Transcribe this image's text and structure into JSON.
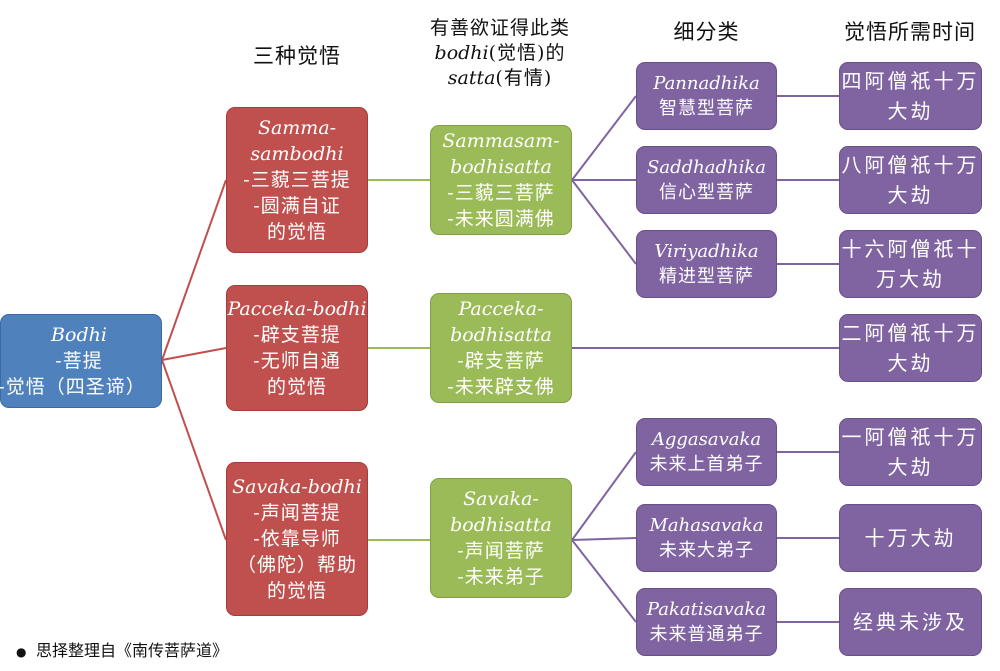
{
  "headers": {
    "col1": "三种觉悟",
    "col2_line1": "有善欲证得此类",
    "col2_line2_italic": "bodhi",
    "col2_line2_rest": "(觉悟)的",
    "col2_line3_italic": "satta",
    "col2_line3_rest": "(有情)",
    "col3": "细分类",
    "col4": "觉悟所需时间"
  },
  "root": {
    "title": "Bodhi",
    "line2": "-菩提",
    "line3": "-觉悟（四圣谛）"
  },
  "bodhi_types": [
    {
      "name_a": "Samma-",
      "name_b": "sambodhi",
      "line1": "-三藐三菩提",
      "line2": "-圆满自证",
      "line3": "的觉悟"
    },
    {
      "name_a": "Pacceka-bodhi",
      "line1": "-辟支菩提",
      "line2": "-无师自通",
      "line3": "的觉悟"
    },
    {
      "name_a": "Savaka-bodhi",
      "line1": "-声闻菩提",
      "line2": "-依靠导师",
      "line3": "（佛陀）帮助",
      "line4": "的觉悟"
    }
  ],
  "beings": [
    {
      "name_a": "Sammasam-",
      "name_b": "bodhisatta",
      "line1": "-三藐三菩萨",
      "line2": "-未来圆满佛"
    },
    {
      "name_a": "Pacceka-",
      "name_b": "bodhisatta",
      "line1": "-辟支菩萨",
      "line2": "-未来辟支佛"
    },
    {
      "name_a": "Savaka-",
      "name_b": "bodhisatta",
      "line1": "-声闻菩萨",
      "line2": "-未来弟子"
    }
  ],
  "subtypes": [
    {
      "pali": "Pannadhika",
      "zh": "智慧型菩萨"
    },
    {
      "pali": "Saddhadhika",
      "zh": "信心型菩萨"
    },
    {
      "pali": "Viriyadhika",
      "zh": "精进型菩萨"
    },
    {
      "pali": "Aggasavaka",
      "zh": "未来上首弟子"
    },
    {
      "pali": "Mahasavaka",
      "zh": "未来大弟子"
    },
    {
      "pali": "Pakatisavaka",
      "zh": "未来普通弟子"
    }
  ],
  "durations": [
    {
      "a": "四阿僧祇十万",
      "b": "大劫"
    },
    {
      "a": "八阿僧祇十万",
      "b": "大劫"
    },
    {
      "a": "十六阿僧祇十",
      "b": "万大劫"
    },
    {
      "a": "二阿僧祇十万",
      "b": "大劫"
    },
    {
      "a": "一阿僧祇十万",
      "b": "大劫"
    },
    {
      "a": "十万大劫",
      "b": ""
    },
    {
      "a": "经典未涉及",
      "b": ""
    }
  ],
  "footnote": "思择整理自《南传菩萨道》",
  "colors": {
    "root": "#4f81bd",
    "bodhi_type": "#c0504d",
    "being": "#9bbb59",
    "subtype": "#8064a2",
    "line_red": "#c0504d",
    "line_green": "#9bbb59",
    "line_purple": "#8064a2"
  }
}
